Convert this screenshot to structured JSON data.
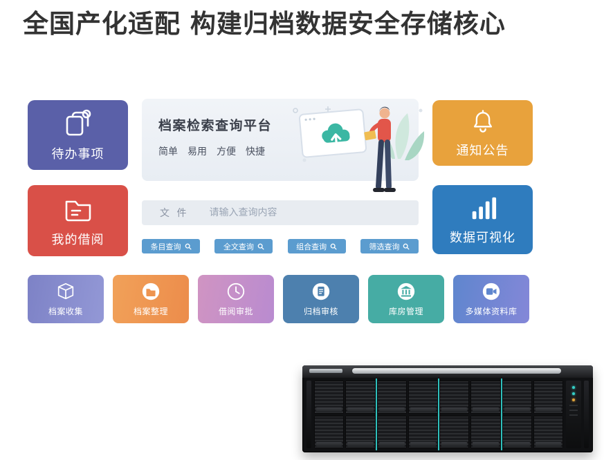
{
  "title": "全国产化适配 构建归档数据安全存储核心",
  "cards": {
    "todo": "待办事项",
    "borrow": "我的借阅",
    "notice": "通知公告",
    "viz": "数据可视化"
  },
  "platform": {
    "title": "档案检索查询平台",
    "subtitle": "简单　易用　方便　快捷"
  },
  "search": {
    "category": "文 件",
    "placeholder": "请输入查询内容",
    "buttons": [
      "条目查询",
      "全文查询",
      "组合查询",
      "筛选查询"
    ]
  },
  "modules": [
    "档案收集",
    "档案整理",
    "借阅审批",
    "归档审核",
    "库房管理",
    "多媒体资料库"
  ],
  "colors": {
    "todo_card": "#5a60a8",
    "borrow_card": "#d95048",
    "notice_card": "#e8a23c",
    "viz_card": "#2f7cbe",
    "search_button": "#5b9ccf",
    "cloud_accent": "#3bb7a3"
  }
}
